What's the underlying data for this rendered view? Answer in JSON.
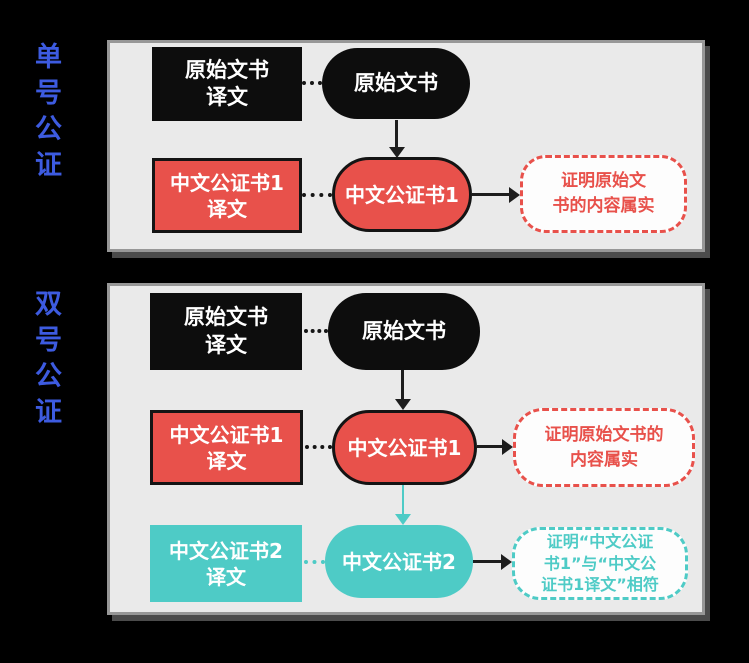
{
  "page": {
    "background": "#000000"
  },
  "colors": {
    "label_blue": "#3d5be0",
    "red": "#e8514b",
    "teal": "#4ecbc6",
    "node_black": "#0d0d0d",
    "panel_background": "#eaeaea",
    "panel_border": "#979797",
    "note_background": "#fdfdfd"
  },
  "diagram": {
    "type": "flowchart",
    "sections": [
      {
        "label": "单号公证",
        "nodes": {
          "original_translation": {
            "line1": "原始文书",
            "line2": "译文"
          },
          "original": {
            "text": "原始文书"
          },
          "cert1_translation": {
            "line1": "中文公证书1",
            "line2": "译文"
          },
          "cert1": {
            "text": "中文公证书1"
          },
          "cert1_note": {
            "line1": "证明原始文",
            "line2": "书的内容属实"
          }
        }
      },
      {
        "label": "双号公证",
        "nodes": {
          "original_translation": {
            "line1": "原始文书",
            "line2": "译文"
          },
          "original": {
            "text": "原始文书"
          },
          "cert1_translation": {
            "line1": "中文公证书1",
            "line2": "译文"
          },
          "cert1": {
            "text": "中文公证书1"
          },
          "cert1_note": {
            "line1": "证明原始文书的",
            "line2": "内容属实"
          },
          "cert2_translation": {
            "line1": "中文公证书2",
            "line2": "译文"
          },
          "cert2": {
            "text": "中文公证书2"
          },
          "cert2_note": {
            "line1": "证明“中文公证",
            "line2": "书1”与“中文公",
            "line3": "证书1译文”相符"
          }
        }
      }
    ]
  }
}
